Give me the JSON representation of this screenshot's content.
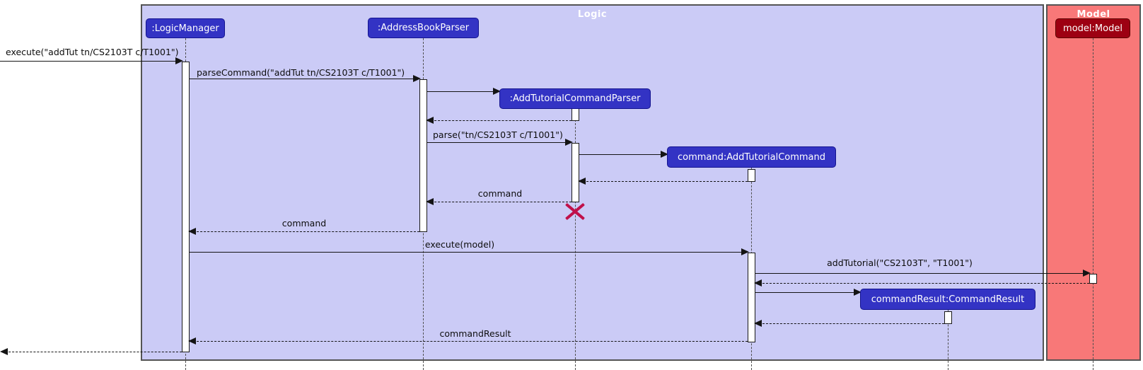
{
  "diagram": {
    "type": "uml-sequence",
    "frames": {
      "logic": {
        "title": "Logic"
      },
      "model": {
        "title": "Model"
      }
    },
    "participants": {
      "logic_manager": {
        "label": ":LogicManager"
      },
      "address_book_parser": {
        "label": ":AddressBookParser"
      },
      "add_tutorial_command_parser": {
        "label": ":AddTutorialCommandParser"
      },
      "add_tutorial_command": {
        "label": "command:AddTutorialCommand"
      },
      "command_result": {
        "label": "commandResult:CommandResult"
      },
      "model": {
        "label": "model:Model"
      }
    },
    "messages": {
      "execute_request": {
        "label": "execute(\"addTut tn/CS2103T c/T1001\")"
      },
      "parse_command": {
        "label": "parseCommand(\"addTut tn/CS2103T c/T1001\")"
      },
      "parse": {
        "label": "parse(\"tn/CS2103T c/T1001\")"
      },
      "command_return_to_parser": {
        "label": "command"
      },
      "command_return_to_logic_manager": {
        "label": "command"
      },
      "execute_model": {
        "label": "execute(model)"
      },
      "add_tutorial": {
        "label": "addTutorial(\"CS2103T\", \"T1001\")"
      },
      "command_result_return": {
        "label": "commandResult"
      }
    },
    "colors": {
      "logic_frame_fill": "#CBCBF6",
      "logic_participant_fill": "#3333C4",
      "model_frame_fill": "#F87878",
      "model_participant_fill": "#9D0012",
      "frame_border": "#545454",
      "destroy_marker": "#C0104A",
      "message_line": "#141414"
    }
  }
}
